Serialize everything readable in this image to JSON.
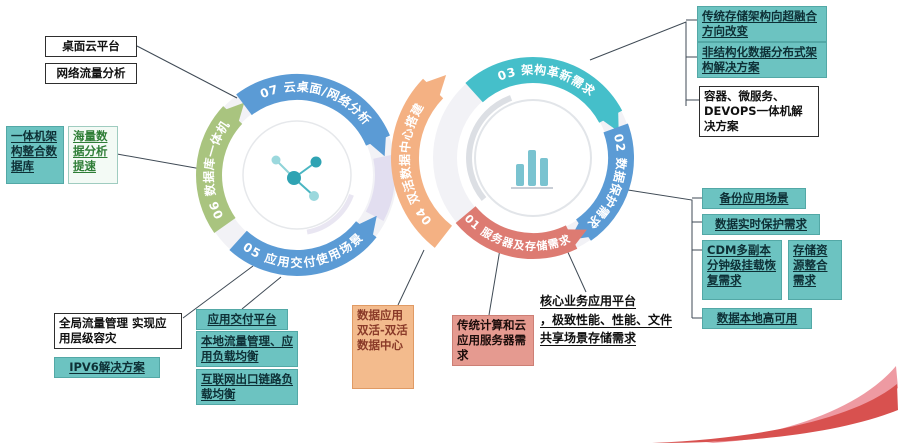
{
  "diagram": {
    "rings": {
      "s07": {
        "label": "07 云桌面/网络分析",
        "color": "#5b9bd5"
      },
      "s06": {
        "label": "06 数据库一体机",
        "color": "#a9c47f"
      },
      "s05": {
        "label": "05 应用交付使用场景",
        "color": "#5b9bd5"
      },
      "s03": {
        "label": "03 架构革新需求",
        "color": "#45bfca"
      },
      "s02": {
        "label": "02 数据保护需求",
        "color": "#5b9bd5"
      },
      "s01": {
        "label": "01 服务器及存储需求",
        "color": "#dd7b72"
      },
      "s04": {
        "label": "04 双活数据中心搭建",
        "color": "#f4b183"
      }
    },
    "boxes": {
      "desktop_cloud": "桌面云平台",
      "network_traffic": "网络流量分析",
      "allinone_db": "一体机架构整合数据库",
      "mass_data": "海量数据分析提速",
      "global_traffic": "全局流量管理 实现应用层级容灾",
      "ipv6": "IPV6解决方案",
      "app_delivery": "应用交付平台",
      "local_traffic": "本地流量管理、应用负载均衡",
      "internet_link": "互联网出口链路负载均衡",
      "dual_active": "数据应用双活-双活数据中心",
      "traditional_compute": "传统计算和云应用服务器需求",
      "storage_hci": "传统存储架构向超融合方向改变",
      "unstructured": "非结构化数据分布式架构解决方案",
      "container": "容器、微服务、DEVOPS一体机解决方案",
      "backup": "备份应用场景",
      "realtime_protect": "数据实时保护需求",
      "cdm": "CDM多副本分钟级挂载恢复需求",
      "storage_consolidation": "存储资源整合需求",
      "local_ha": "数据本地高可用"
    },
    "core_business": {
      "l1": "核心业务应用平台",
      "l2": "，极致性能、性能、文件",
      "l3": "共享场景存储需求"
    }
  }
}
